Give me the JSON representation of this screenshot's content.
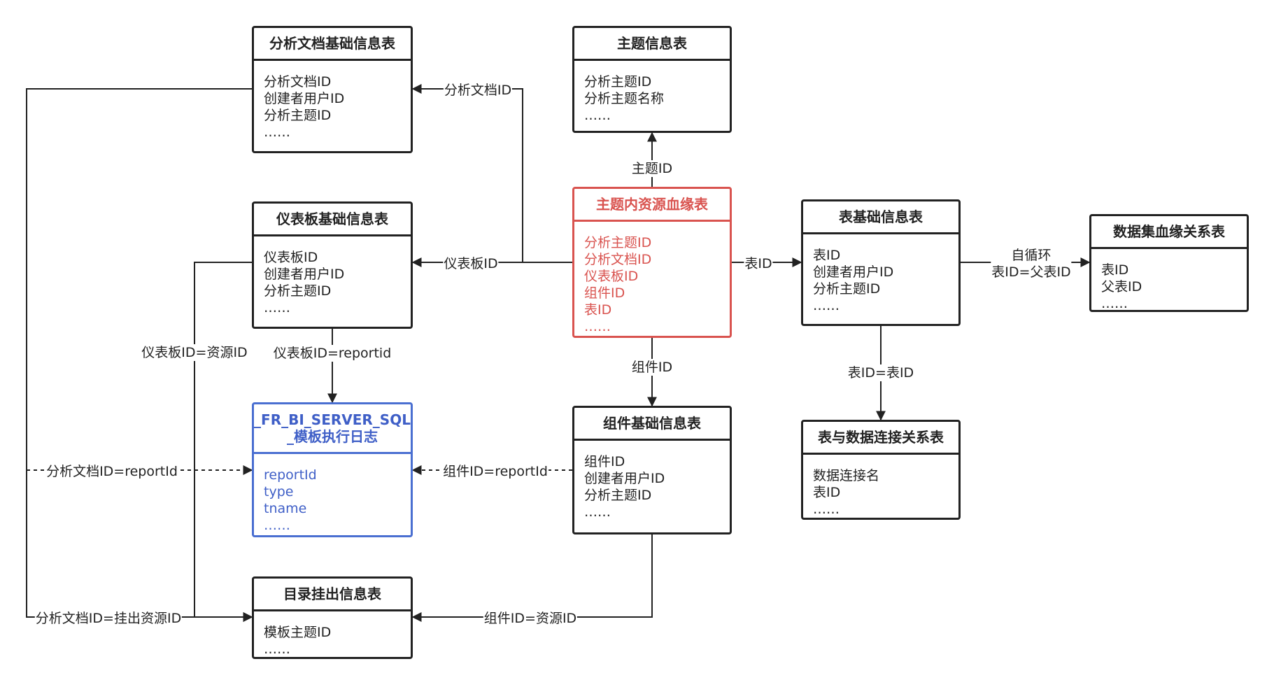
{
  "tables": {
    "doc": {
      "title": "分析文档基础信息表",
      "fields": [
        "分析文档ID",
        "创建者用户ID",
        "分析主题ID",
        "……"
      ]
    },
    "topic": {
      "title": "主题信息表",
      "fields": [
        "分析主题ID",
        "分析主题名称",
        "……"
      ]
    },
    "dashboard": {
      "title": "仪表板基础信息表",
      "fields": [
        "仪表板ID",
        "创建者用户ID",
        "分析主题ID",
        "……"
      ]
    },
    "lineage": {
      "title": "主题内资源血缘表",
      "fields": [
        "分析主题ID",
        "分析文档ID",
        "仪表板ID",
        "组件ID",
        "表ID",
        "……"
      ]
    },
    "table": {
      "title": "表基础信息表",
      "fields": [
        "表ID",
        "创建者用户ID",
        "分析主题ID",
        "……"
      ]
    },
    "dataset": {
      "title": "数据集血缘关系表",
      "fields": [
        "表ID",
        "父表ID",
        "……"
      ]
    },
    "sqllog": {
      "title": "_FR_BI_SERVER_SQL _模板执行日志",
      "fields": [
        "reportId",
        "type",
        "tname",
        "……"
      ]
    },
    "component": {
      "title": "组件基础信息表",
      "fields": [
        "组件ID",
        "创建者用户ID",
        "分析主题ID",
        "……"
      ]
    },
    "tableconn": {
      "title": "表与数据连接关系表",
      "fields": [
        "数据连接名",
        "表ID",
        "……"
      ]
    },
    "catalog": {
      "title": "目录挂出信息表",
      "fields": [
        "模板主题ID",
        "……"
      ]
    }
  },
  "edges": {
    "lineage_to_doc": "分析文档ID",
    "lineage_to_dashboard": "仪表板ID",
    "lineage_to_topic": "主题ID",
    "lineage_to_table": "表ID",
    "lineage_to_component": "组件ID",
    "table_self_loop_line1": "自循环",
    "table_self_loop_line2": "表ID=父表ID",
    "table_to_tableconn": "表ID=表ID",
    "dashboard_to_sqllog": "仪表板ID=reportid",
    "dashboard_to_catalog": "仪表板ID=资源ID",
    "doc_to_sqllog": "分析文档ID=reportId",
    "component_to_sqllog": "组件ID=reportId",
    "doc_to_catalog": "分析文档ID=挂出资源ID",
    "component_to_catalog": "组件ID=资源ID"
  },
  "colors": {
    "line": "#222222",
    "highlight_red": "#d9534f",
    "highlight_blue": "#3f5fc7"
  }
}
